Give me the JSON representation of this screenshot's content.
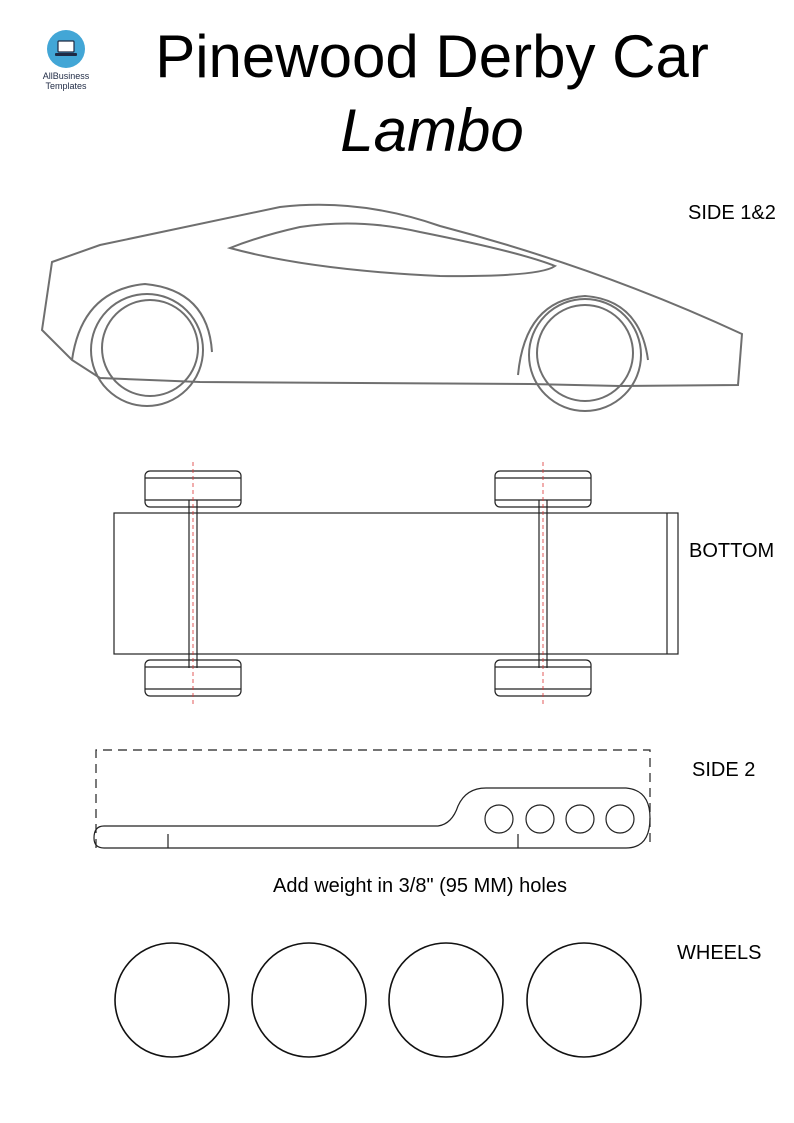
{
  "header": {
    "title": "Pinewood Derby Car",
    "subtitle": "Lambo"
  },
  "logo": {
    "line1": "AllBusiness",
    "line2": "Templates",
    "icon": "laptop-icon",
    "color": "#42a6d6"
  },
  "views": {
    "side_label": "SIDE 1&2",
    "bottom_label": "BOTTOM",
    "side2_label": "SIDE 2",
    "wheels_label": "WHEELS"
  },
  "caption": "Add weight in 3/8\" (95 MM) holes"
}
